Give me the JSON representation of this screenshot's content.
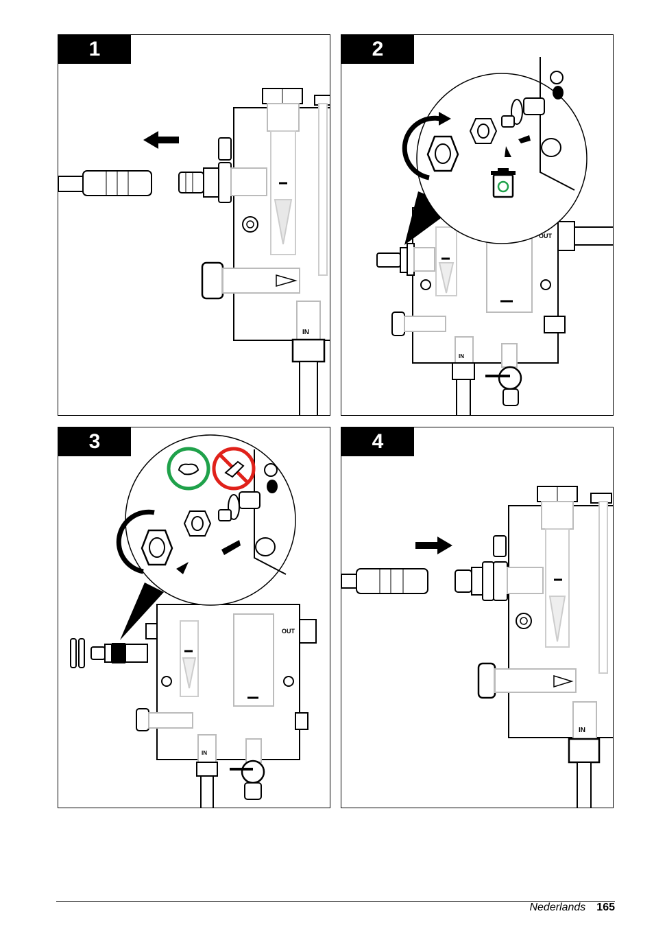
{
  "steps": [
    {
      "number": "1",
      "port_label": "IN"
    },
    {
      "number": "2",
      "in_label": "IN",
      "out_label": "OUT"
    },
    {
      "number": "3",
      "in_label": "IN",
      "out_label": "OUT"
    },
    {
      "number": "4",
      "port_label": "IN"
    }
  ],
  "footer": {
    "language": "Nederlands",
    "page_number": "165"
  },
  "colors": {
    "ink": "#000000",
    "ghost": "#c8c8c8",
    "allowed": "#1fa14a",
    "forbidden": "#e0211a"
  }
}
